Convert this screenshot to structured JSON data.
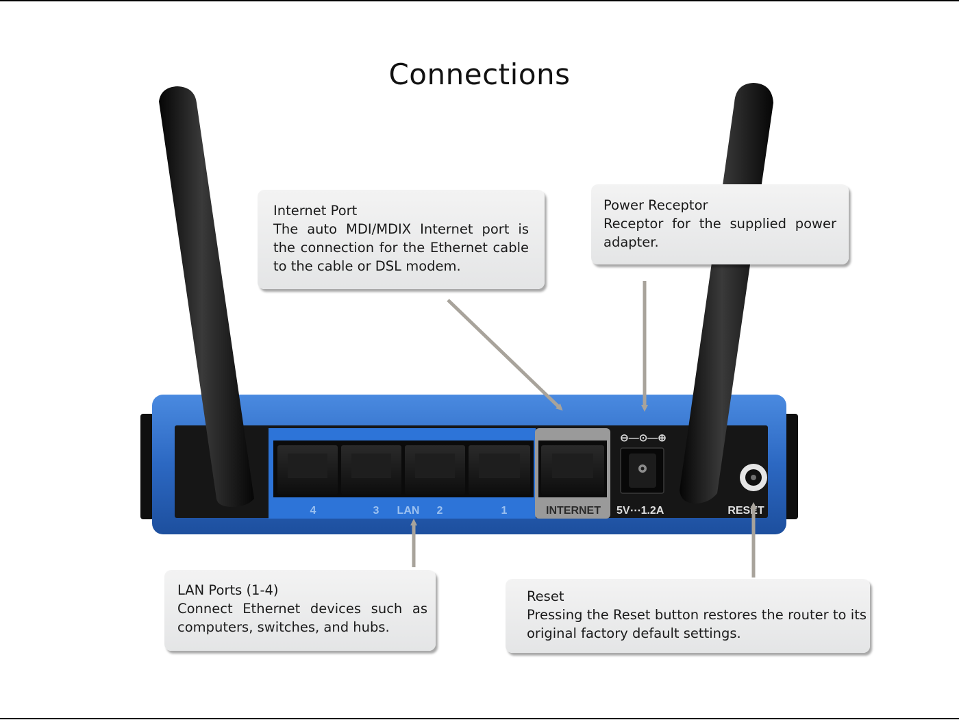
{
  "page": {
    "title": "Connections"
  },
  "callouts": {
    "internet_port": {
      "heading": "Internet Port",
      "body": "The auto MDI/MDIX Internet port is the connection for the Ethernet cable to the cable or DSL modem."
    },
    "power_receptor": {
      "heading": "Power Receptor",
      "body": "Receptor for the supplied power adapter."
    },
    "lan_ports": {
      "heading": "LAN Ports (1-4)",
      "body": "Connect Ethernet devices such as computers, switches, and hubs."
    },
    "reset": {
      "heading": "Reset",
      "body": "Pressing the Reset button restores the router to its original factory default settings."
    }
  },
  "router": {
    "lan_port_labels": [
      "4",
      "3",
      "2",
      "1"
    ],
    "lan_group_label": "LAN",
    "internet_label": "INTERNET",
    "power_rating": "5V⋯1.2A",
    "reset_label": "RESET",
    "power_polarity_symbol": "⊖—⊙—⊕"
  },
  "colors": {
    "router_body": "#2f6fc9",
    "router_face": "#151515",
    "lan_strip": "#2d74d8",
    "internet_strip": "#9a9a9a",
    "antenna": "#101010",
    "arrow": "#a8a39b"
  }
}
